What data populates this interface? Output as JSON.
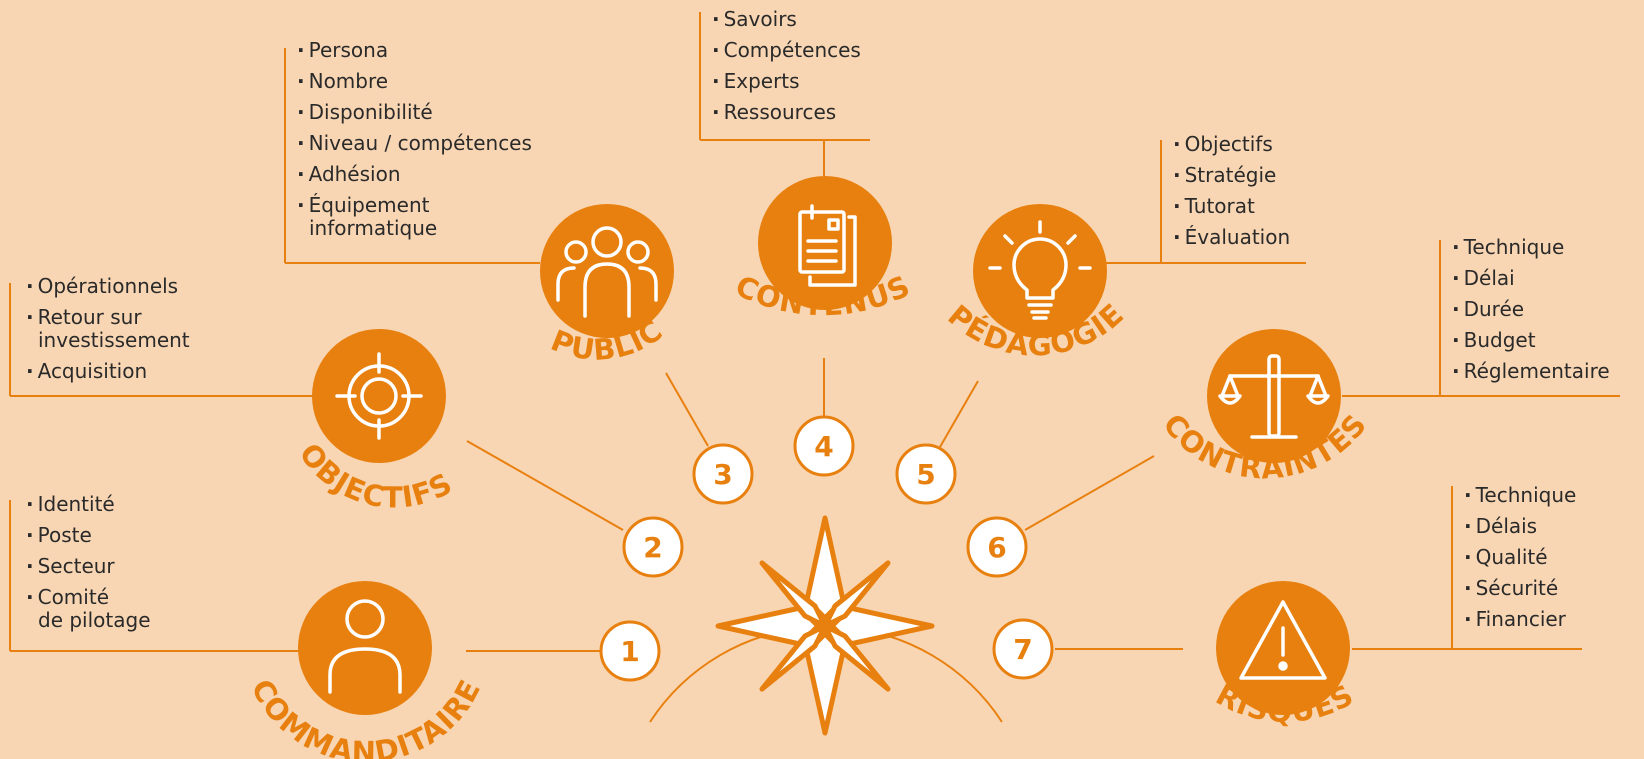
{
  "colors": {
    "background": "#F9D6B3",
    "accent": "#E8800F",
    "text": "#2a2a2a",
    "white": "#FFFFFF"
  },
  "center": {
    "icon": "compass-rose-icon"
  },
  "steps": [
    {
      "number": "1",
      "label": "COMMANDITAIRE",
      "icon": "user-icon",
      "items": [
        "Identité",
        "Poste",
        "Secteur",
        "Comité\nde pilotage"
      ]
    },
    {
      "number": "2",
      "label": "OBJECTIFS",
      "icon": "target-icon",
      "items": [
        "Opérationnels",
        "Retour sur\ninvestissement",
        "Acquisition"
      ]
    },
    {
      "number": "3",
      "label": "PUBLIC",
      "icon": "group-icon",
      "items": [
        "Persona",
        "Nombre",
        "Disponibilité",
        "Niveau / compétences",
        "Adhésion",
        "Équipement\ninformatique"
      ]
    },
    {
      "number": "4",
      "label": "CONTENUS",
      "icon": "documents-icon",
      "items": [
        "Savoirs",
        "Compétences",
        "Experts",
        "Ressources"
      ]
    },
    {
      "number": "5",
      "label": "PÉDAGOGIE",
      "icon": "lightbulb-icon",
      "items": [
        "Objectifs",
        "Stratégie",
        "Tutorat",
        "Évaluation"
      ]
    },
    {
      "number": "6",
      "label": "CONTRAINTES",
      "icon": "scales-icon",
      "items": [
        "Technique",
        "Délai",
        "Durée",
        "Budget",
        "Réglementaire"
      ]
    },
    {
      "number": "7",
      "label": "RISQUES",
      "icon": "warning-icon",
      "items": [
        "Technique",
        "Délais",
        "Qualité",
        "Sécurité",
        "Financier"
      ]
    }
  ]
}
